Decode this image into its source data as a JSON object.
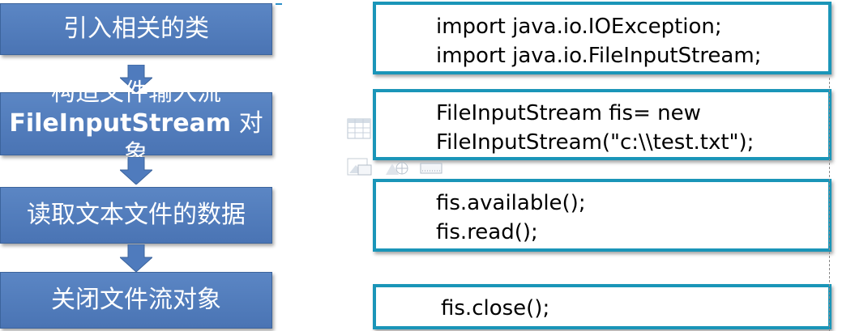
{
  "steps": [
    {
      "label": "引入相关的类"
    },
    {
      "line1": "构造文件输入流",
      "line2_bold": "FileInputStream",
      "line2_rest": " 对象"
    },
    {
      "label": "读取文本文件的数据"
    },
    {
      "label": "关闭文件流对象"
    }
  ],
  "code_blocks": [
    {
      "lines": [
        "import java.io.IOException;",
        "import java.io.FileInputStream;"
      ]
    },
    {
      "lines": [
        "FileInputStream fis= new",
        "FileInputStream(\"c:\\\\test.txt\");"
      ]
    },
    {
      "lines": [
        "fis.available();",
        "fis.read();"
      ]
    },
    {
      "lines": [
        "fis.close();"
      ]
    }
  ],
  "colors": {
    "step_fill": "#4f7bbd",
    "arrow_fill": "#4f7bbd",
    "code_border": "#1a95b8"
  },
  "icons": [
    "table-icon",
    "picture-icon",
    "clipart-icon",
    "media-icon"
  ]
}
